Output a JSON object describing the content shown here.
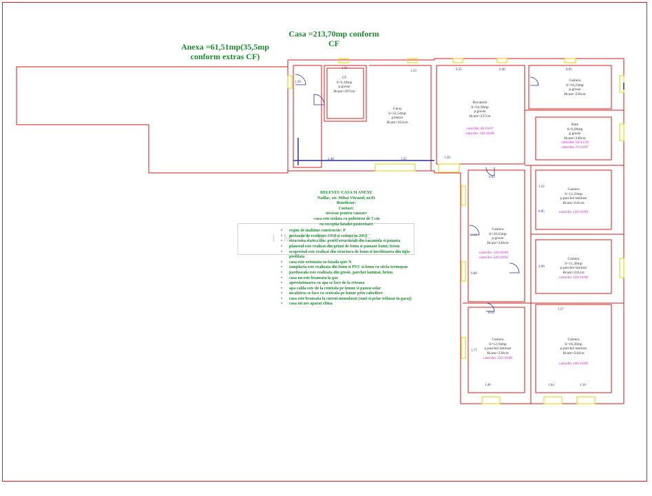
{
  "titles": {
    "casa": "Casa =213,70mp conform CF",
    "anexa": "Anexa =61,51mp(35,5mp conform extras CF)"
  },
  "rooms": {
    "cf": [
      "CF",
      "S=6,10mp",
      "p.gresie",
      "Hcam=207cm"
    ],
    "garaj": [
      "Garaj",
      "S=31,54mp",
      "p.beton",
      "Hcam=263cm"
    ],
    "bucatarie": [
      "Bucatarie",
      "S=24,30mp",
      "p.gresie",
      "Hcam=237cm"
    ],
    "camera_top": [
      "Camera",
      "S=10,23mp",
      "p.gresie",
      "Hcam=236cm"
    ],
    "baie": [
      "Baie",
      "S=6,99mp",
      "p.gresie",
      "Hcam=240cm"
    ],
    "camera_r1": [
      "Camera",
      "S=12,33mp",
      "p.parchet laminat",
      "Hcam=241cm"
    ],
    "camera_mid": [
      "Camera",
      "S=20,63mp",
      "p.gresie",
      "Hcam=240cm"
    ],
    "camera_r2": [
      "Camera",
      "S=11,36mp",
      "p.parchet laminat",
      "Hcam=241cm"
    ],
    "camera_bl": [
      "Camera",
      "S=12,94mp",
      "p.parchet laminat",
      "Hcam=238cm"
    ],
    "camera_br": [
      "Camera",
      "S=18,36mp",
      "p.parchet laminat",
      "Hcam=244cm"
    ]
  },
  "radiators": {
    "bucatarie": [
      "calorifer 48/10/87",
      "calorifer 140/10/60"
    ],
    "baie": [
      "calorifer 50/3/170",
      "calorifer 25/10/87"
    ],
    "camera_r1": "calorifer 120/10/60",
    "camera_mid": [
      "calorifer 120/10/60",
      "calorifer 120/10/60"
    ],
    "camera_r2": "calorifer 120/10/60",
    "camera_bl": "calorifer 120/10/60",
    "camera_br": "calorifer 140/10/60"
  },
  "notes": {
    "heading": [
      "RELEVEU CASA SI ANEXE",
      "Nadlac, str. Mihai Viteazul, nr.81",
      "Beneficiar: ",
      "Contact: ",
      "necesar pentru vanzare",
      "-casa este izolata cu polistiren de 5 cm",
      "cu exceptia fatadei posterioare"
    ],
    "items": [
      "regim de inaltime constructie: P",
      "perioada de realizare:1910 si extinsa in 2013",
      "structura statica din: pereti structurali din caramida si paianta",
      "planseul este realizat din grinzi de lemn si pamant batut, beton",
      "acoperisul este realizat din structura de lemn si invelitoarea din tigla profilata",
      "casa este orientata cu fatada spre N",
      "tamplaria este realizata din lemn si PVC si lemn cu sticla termopan",
      "pardoseala este realizata din gresie, parchet laminat, beton",
      "casa nu este bransata la gaz",
      "aprovizionarea cu apa se face de la reteaua",
      "apa calda este de la centrala pe lemne si panou solar",
      "incalzirea se face cu centrala pe lemne prin calorifere",
      "casa este bransata la curent monofazat (sunt si prize trifazat in garaj)",
      "casa nu are aparat clima"
    ]
  },
  "dims": [
    "1.20",
    "1.35",
    "1.33",
    "0.35",
    "0.40",
    "0.95",
    "2.48",
    "1.55",
    "0.83",
    "1.50",
    "1.13",
    "0.88",
    "1.22",
    "0.93",
    "1.57",
    "2.00",
    "1.46",
    "1.77",
    "0.85",
    "1.64",
    "1.10"
  ],
  "watermark": "IMOPARE",
  "colors": {
    "walls": "#d61a1a",
    "windows": "#e3d92a",
    "dims": "#1f2f9c",
    "notes": "#1a8a2e",
    "radiators": "#d21ad2"
  }
}
